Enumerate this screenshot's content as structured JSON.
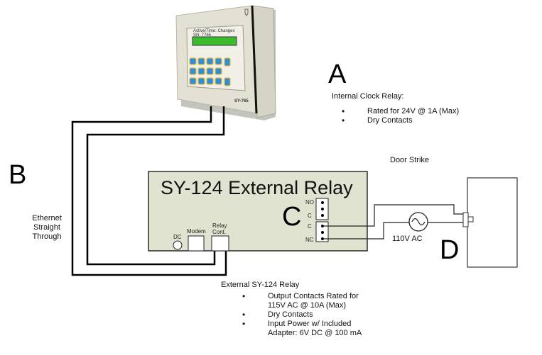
{
  "device": {
    "lcd_line1": "Active/Time: Changes",
    "lcd_line2": "SN: 7765",
    "model_label": "SY-765"
  },
  "section_a": {
    "letter": "A",
    "heading": "Internal Clock Relay:",
    "bullets": [
      "Rated for 24V @ 1A (Max)",
      "Dry Contacts"
    ]
  },
  "section_b": {
    "letter": "B",
    "cable_label_lines": [
      "Ethernet",
      "Straight",
      "Through"
    ]
  },
  "relay_box": {
    "title": "SY-124 External Relay",
    "letter": "C",
    "dc_label": "DC",
    "modem_label": "Modem",
    "relay_cont_lines": [
      "Relay",
      "Cont."
    ],
    "terminal_top": [
      "NO",
      "C"
    ],
    "terminal_bottom": [
      "C",
      "NC"
    ],
    "fill_color": "#dfe3cf"
  },
  "section_d": {
    "letter": "D",
    "door_strike_label": "Door Strike",
    "ac_source_label": "110V AC"
  },
  "external_relay_notes": {
    "heading": "External SY-124 Relay",
    "bullets": [
      [
        "Output Contacts Rated for",
        "115V AC @ 10A (Max)"
      ],
      [
        "Dry Contacts"
      ],
      [
        "Input Power w/ Included",
        "Adapter: 6V DC @ 100 mA"
      ]
    ]
  }
}
